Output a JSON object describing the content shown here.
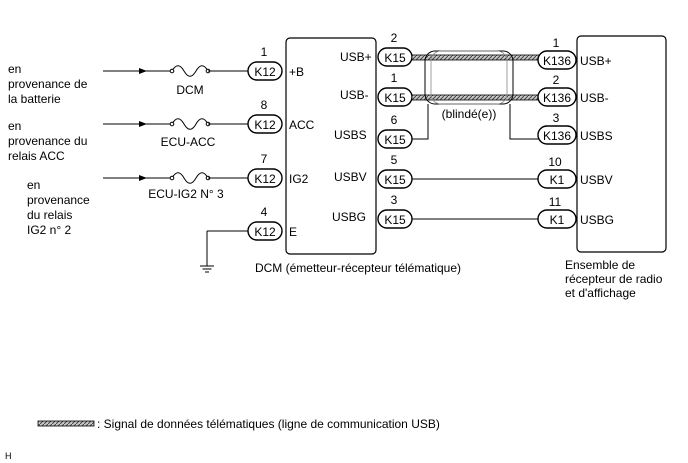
{
  "sources": {
    "battery": [
      "en",
      "provenance de",
      "la batterie"
    ],
    "acc": [
      "en",
      "provenance du",
      "relais ACC"
    ],
    "ig2": [
      "en",
      "provenance",
      "du relais",
      "IG2 n° 2"
    ]
  },
  "fuses": {
    "dcm": "DCM",
    "ecu_acc": "ECU-ACC",
    "ecu_ig2": "ECU-IG2 N° 3"
  },
  "dcm_unit": {
    "caption": "DCM (émetteur-récepteur télématique)",
    "left_pins": [
      {
        "pin": "1",
        "connector": "K12",
        "terminal": "+B"
      },
      {
        "pin": "8",
        "connector": "K12",
        "terminal": "ACC"
      },
      {
        "pin": "7",
        "connector": "K12",
        "terminal": "IG2"
      },
      {
        "pin": "4",
        "connector": "K12",
        "terminal": "E"
      }
    ],
    "right_pins": [
      {
        "pin": "2",
        "connector": "K15",
        "terminal": "USB+"
      },
      {
        "pin": "1",
        "connector": "K15",
        "terminal": "USB-"
      },
      {
        "pin": "6",
        "connector": "K15",
        "terminal": "USBS"
      },
      {
        "pin": "5",
        "connector": "K15",
        "terminal": "USBV"
      },
      {
        "pin": "3",
        "connector": "K15",
        "terminal": "USBG"
      }
    ]
  },
  "shield_label": "(blindé(e))",
  "radio_unit": {
    "caption": [
      "Ensemble de",
      "récepteur de radio",
      "et d'affichage"
    ],
    "pins": [
      {
        "pin": "1",
        "connector": "K136",
        "terminal": "USB+"
      },
      {
        "pin": "2",
        "connector": "K136",
        "terminal": "USB-"
      },
      {
        "pin": "3",
        "connector": "K136",
        "terminal": "USBS"
      },
      {
        "pin": "10",
        "connector": "K1",
        "terminal": "USBV"
      },
      {
        "pin": "11",
        "connector": "K1",
        "terminal": "USBG"
      }
    ]
  },
  "legend": {
    "text": ": Signal de données télématiques (ligne de communication USB)"
  },
  "corner_mark": "H",
  "colors": {
    "line": "#000000",
    "hatch_light": "#bbbbbb",
    "hatch_dark": "#555555"
  }
}
